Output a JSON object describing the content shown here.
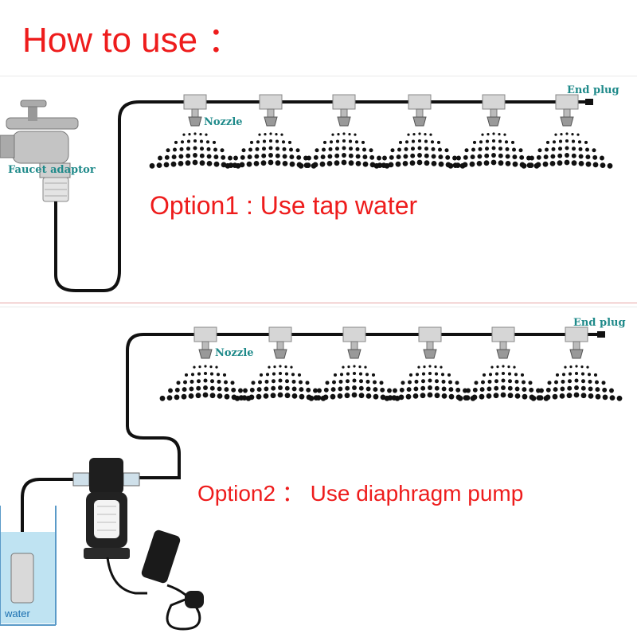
{
  "title": "How to use ：",
  "option1": {
    "text": "Option1 : Use tap water",
    "faucet_label": "Faucet adaptor",
    "nozzle_label": "Nozzle",
    "end_plug_label": "End plug"
  },
  "option2": {
    "text": "Option2 ： Use diaphragm pump",
    "nozzle_label": "Nozzle",
    "end_plug_label": "End plug",
    "water_label": "water"
  },
  "colors": {
    "title_red": "#ee1c1c",
    "label_teal": "#1f8a8a",
    "water_blue": "#bfe3f2",
    "pipe": "#111111"
  }
}
